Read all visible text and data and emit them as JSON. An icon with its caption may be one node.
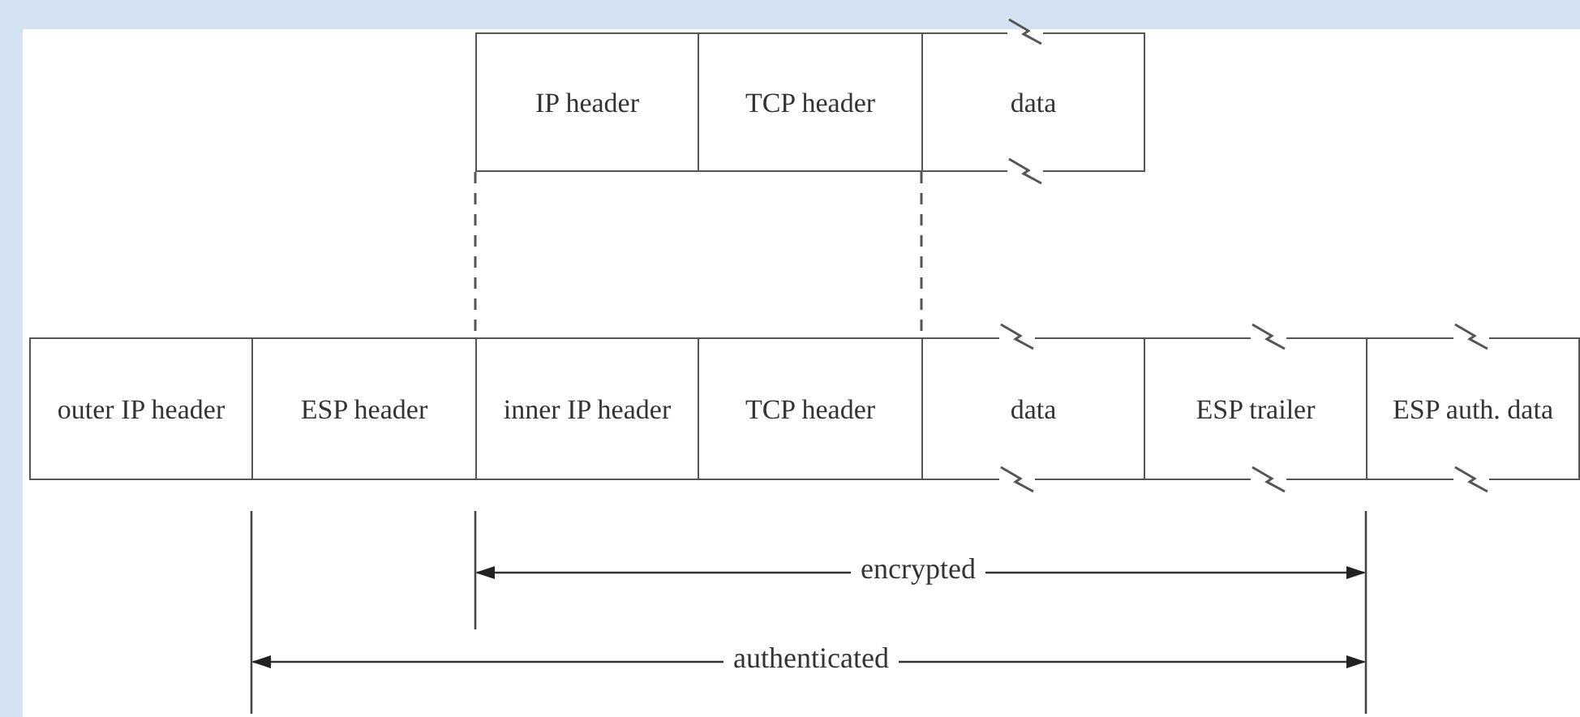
{
  "diagram": {
    "nodes": [
      {
        "text": [
          "IP header"
        ]
      },
      {
        "text": [
          "TCP header"
        ]
      },
      {
        "text": [
          "data"
        ]
      },
      {
        "text": [
          "outer IP header"
        ]
      },
      {
        "text": [
          "ESP header"
        ]
      },
      {
        "text": [
          "inner IP header"
        ]
      },
      {
        "text": [
          "TCP header"
        ]
      },
      {
        "text": [
          "data"
        ]
      },
      {
        "text": [
          "ESP trailer"
        ]
      },
      {
        "text": [
          "ESP auth. data"
        ]
      }
    ],
    "edges": [
      {
        "from": 0,
        "to": 5,
        "arrow": "none",
        "style": "dashed"
      },
      {
        "from": 2,
        "to": 7,
        "arrow": "none",
        "style": "dashed"
      }
    ],
    "labels": [
      "encrypted",
      "authenticated"
    ]
  }
}
